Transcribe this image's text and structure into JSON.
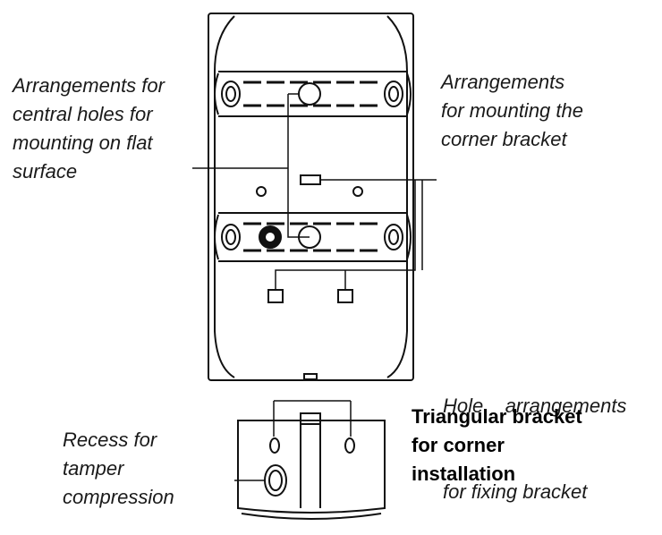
{
  "labels": {
    "central_holes": [
      "Arrangements for",
      "central holes for",
      "mounting on flat",
      "surface"
    ],
    "corner_bracket_mount": [
      "Arrangements",
      "for mounting the",
      "corner bracket"
    ],
    "fixing_bracket": [
      "Hole    arrangements",
      "for fixing bracket"
    ],
    "tamper_recess": [
      "Recess for",
      "tamper",
      "compression"
    ],
    "triangular_bracket": [
      "Triangular bracket",
      "for corner",
      "installation"
    ]
  }
}
